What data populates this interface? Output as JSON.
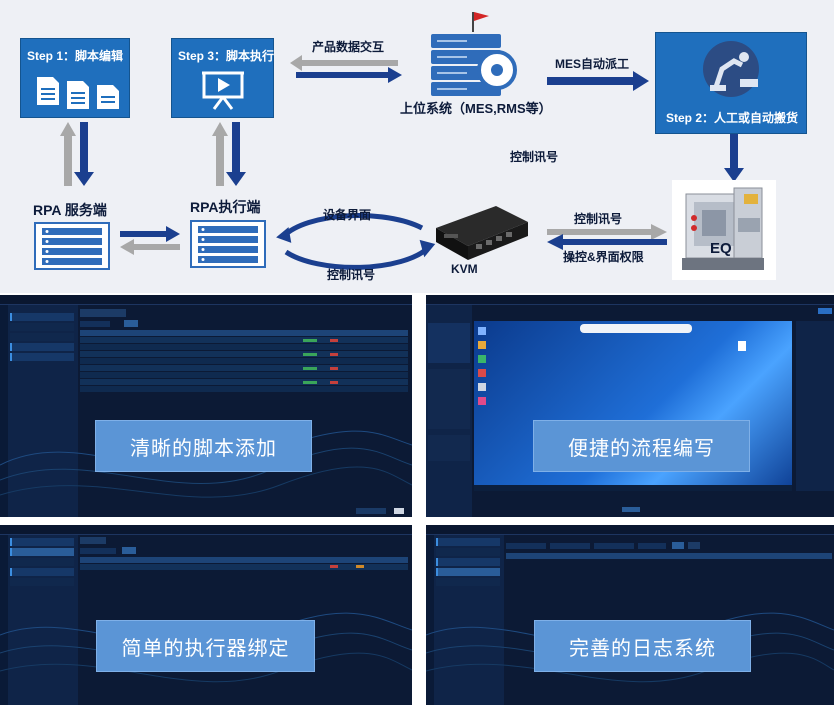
{
  "diagram": {
    "step1": "Step 1：脚本编辑",
    "step3": "Step 3：脚本执行",
    "step2": "Step 2：人工或自动搬货",
    "product_data_exchange": "产品数据交互",
    "upper_system": "上位系统（MES,RMS等）",
    "mes_dispatch": "MES自动派工",
    "control_signal_top": "控制讯号",
    "rpa_server": "RPA 服务端",
    "rpa_executor": "RPA执行端",
    "device_ui": "设备界面",
    "control_signal_loop": "控制讯号",
    "kvm": "KVM",
    "control_signal_right": "控制讯号",
    "control_permissions": "操控&界面权限",
    "eq": "EQ"
  },
  "screens": [
    {
      "caption": "清晰的脚本添加"
    },
    {
      "caption": "便捷的流程编写"
    },
    {
      "caption": "简单的执行器绑定"
    },
    {
      "caption": "完善的日志系统"
    }
  ],
  "colors": {
    "step_blue": "#1f6fbd",
    "arrow_blue": "#1b3f8f",
    "arrow_gray": "#a8a8a8",
    "caption_blue": "#5b95d6",
    "dark_bg": "#0c1a35",
    "flag_red": "#d32626"
  }
}
